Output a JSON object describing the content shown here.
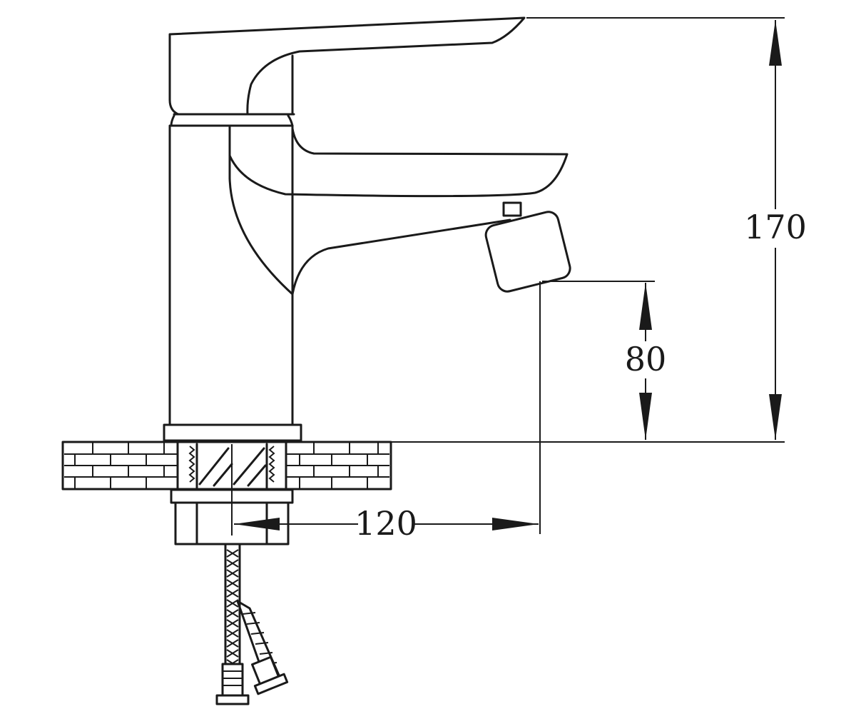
{
  "drawing": {
    "dimensions": {
      "total_height": "170",
      "spout_outlet_height": "80",
      "spout_reach": "120"
    },
    "colors": {
      "line": "#1a1a1a",
      "background": "#ffffff"
    }
  }
}
